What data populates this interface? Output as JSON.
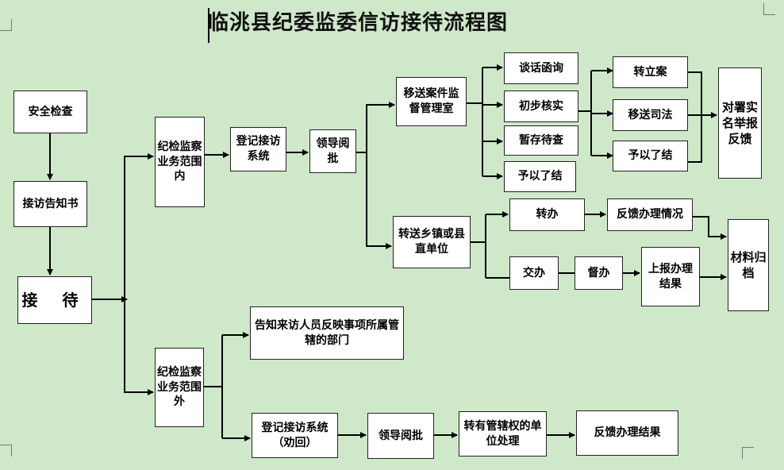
{
  "title": "临洮县纪委监委信访接待流程图",
  "nodes": {
    "safety_check": "安全检查",
    "notice_book": "接访告知书",
    "reception": "接 待",
    "in_scope": "纪检监察业务范围内",
    "register": "登记接访系统",
    "leader_review": "领导阅批",
    "transfer_case_room": "移送案件监督管理室",
    "talk_inquiry": "谈话函询",
    "initial_verify": "初步核实",
    "temp_store": "暂存待查",
    "close_a": "予以了结",
    "file_case": "转立案",
    "transfer_judicial": "移送司法",
    "close_b": "予以了结",
    "real_name_feedback": "对署实名举报反馈",
    "transfer_town": "转送乡镇或县直单位",
    "transfer_do": "转办",
    "feedback_status": "反馈办理情况",
    "assign_do": "交办",
    "supervise": "督办",
    "report_result": "上报办理结果",
    "archive": "材料归档",
    "out_scope": "纪检监察业务范围外",
    "inform_dept": "告知来访人员反映事项所属管辖的部门",
    "register_persuade": "登记接访系统（劝回）",
    "leader_review_2": "领导阅批",
    "transfer_jurisdiction": "转有管辖权的单位处理",
    "feedback_result": "反馈办理结果"
  }
}
